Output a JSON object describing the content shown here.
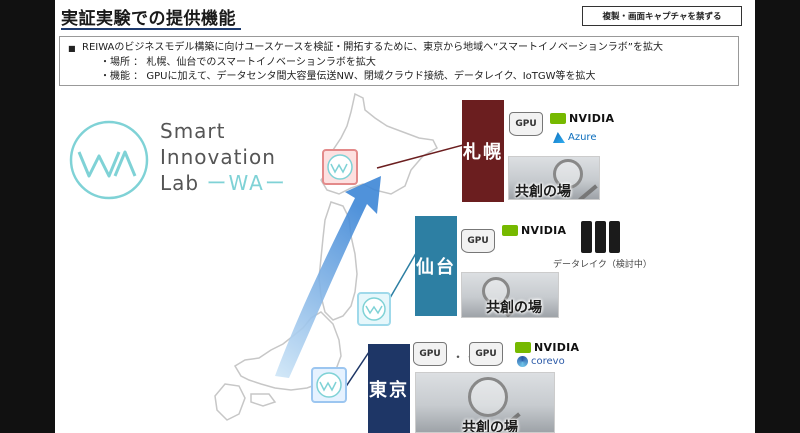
{
  "header": {
    "title": "実証実験での提供機能",
    "confidential": "複製・画面キャプチャを禁ずる"
  },
  "summary": {
    "main": "REIWAのビジネスモデル構築に向けユースケースを検証・開拓するために、東京から地域へ“スマートイノベーションラボ”を拡大",
    "location": "・場所 ： 札幌、仙台でのスマートイノベーションラボを拡大",
    "function": "・機能 ： GPUに加えて、データセンタ間大容量伝送NW、閉域クラウド接続、データレイク、IoTGW等を拡大"
  },
  "logo": {
    "line1": "Smart",
    "line2": "Innovation",
    "line3_prefix": "Lab",
    "line3_suffix": "ーWAー"
  },
  "sites": {
    "sapporo": {
      "name": "札幌",
      "gpu": "GPU",
      "vendor": "NVIDIA",
      "cloud": "Azure",
      "space": "共創の場"
    },
    "sendai": {
      "name": "仙台",
      "gpu": "GPU",
      "vendor": "NVIDIA",
      "datalake": "データレイク（検討中）",
      "space": "共創の場"
    },
    "tokyo": {
      "name": "東京",
      "gpu1": "GPU",
      "gpu2": "GPU",
      "dots": "・・・",
      "vendor": "NVIDIA",
      "partner": "corevo",
      "space": "共創の場"
    }
  },
  "colors": {
    "sapporo": "#6b1e1f",
    "sendai": "#2d7fa3",
    "tokyo": "#1e3666",
    "accent": "#7fd2d6",
    "nvidia": "#76b900"
  }
}
